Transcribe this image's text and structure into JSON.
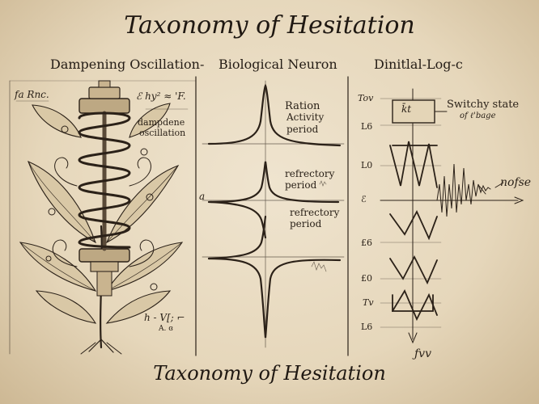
{
  "title_top": "Taxonomy of Hesitation",
  "title_bottom": "Taxonomy of Hesitation",
  "panels": {
    "spring": {
      "title": "Dampening Oscillation-",
      "notes": [
        "fa Rnc.",
        "ℰ hy² ≈ 'F.",
        "dampdene",
        "oscillation",
        "a",
        "h - V[; ⌐",
        "A. ɞ"
      ]
    },
    "neuron": {
      "title": "Biological Neuron",
      "notes": [
        "Ration",
        "Activity",
        "period",
        "refrectory",
        "period",
        "refrectory",
        "period"
      ]
    },
    "logic": {
      "title": "Dinitlal-Log-c",
      "box_label": "k̄t",
      "notes": [
        "Switchy state",
        "of ℓ'bage",
        "nofse",
        "Tov",
        "L6",
        "L0",
        "ℰ",
        "£6",
        "£0",
        "Tv",
        "L6",
        "ƒvv"
      ]
    }
  },
  "colors": {
    "ink": "#2b2118",
    "paper": "#e9dcc3",
    "edge": "#cdb894"
  }
}
